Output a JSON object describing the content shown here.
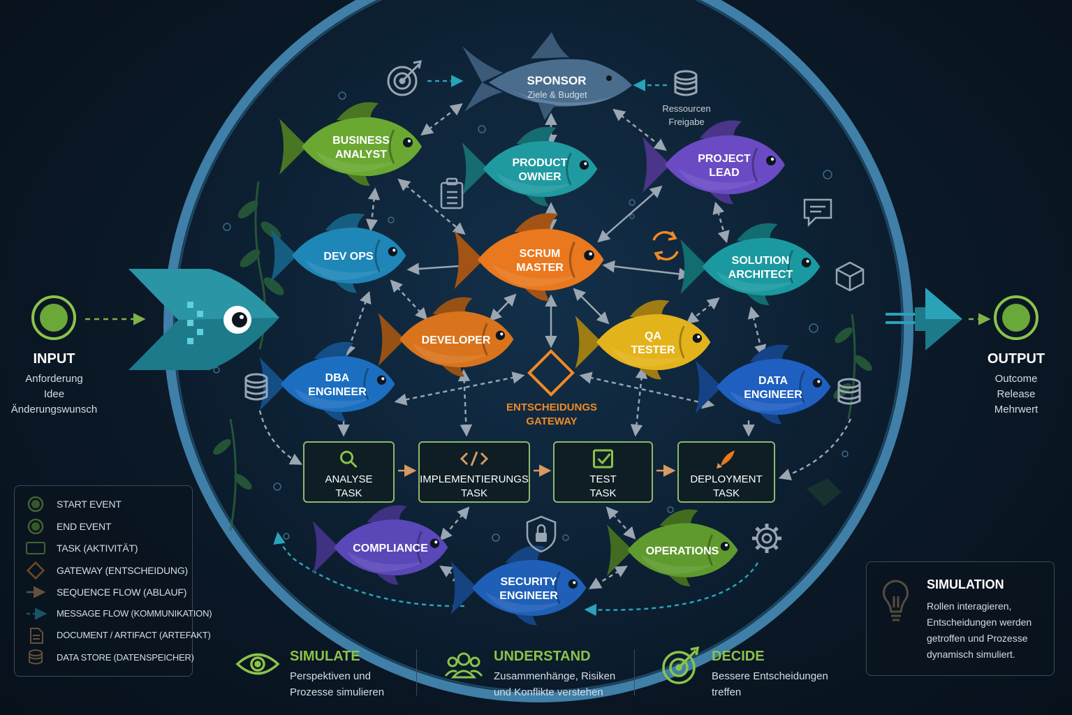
{
  "input": {
    "title": "INPUT",
    "lines": [
      "Anforderung",
      "Idee",
      "Änderungswunsch"
    ]
  },
  "output": {
    "title": "OUTPUT",
    "lines": [
      "Outcome",
      "Release",
      "Mehrwert"
    ]
  },
  "sponsor": {
    "title": "SPONSOR",
    "subtitle": "Ziele & Budget"
  },
  "resources": {
    "lines": [
      "Ressourcen",
      "Freigabe"
    ]
  },
  "roles": [
    {
      "id": "business-analyst",
      "lines": [
        "BUSINESS",
        "ANALYST"
      ],
      "color": "#6aa832"
    },
    {
      "id": "product-owner",
      "lines": [
        "PRODUCT",
        "OWNER"
      ],
      "color": "#1f9aa0"
    },
    {
      "id": "project-lead",
      "lines": [
        "PROJECT",
        "LEAD"
      ],
      "color": "#6a4bc4"
    },
    {
      "id": "dev-ops",
      "lines": [
        "DEV OPS"
      ],
      "color": "#1f86b8"
    },
    {
      "id": "scrum-master",
      "lines": [
        "SCRUM",
        "MASTER"
      ],
      "color": "#e9781e"
    },
    {
      "id": "solution-architect",
      "lines": [
        "SOLUTION",
        "ARCHITECT"
      ],
      "color": "#1a9aa0"
    },
    {
      "id": "developer",
      "lines": [
        "DEVELOPER"
      ],
      "color": "#d9741c"
    },
    {
      "id": "qa-tester",
      "lines": [
        "QA",
        "TESTER"
      ],
      "color": "#e3b31b"
    },
    {
      "id": "dba-engineer",
      "lines": [
        "DBA",
        "ENGINEER"
      ],
      "color": "#1c6fc0"
    },
    {
      "id": "data-engineer",
      "lines": [
        "DATA",
        "ENGINEER"
      ],
      "color": "#1f5fc0"
    },
    {
      "id": "compliance",
      "lines": [
        "COMPLIANCE"
      ],
      "color": "#5a47b8"
    },
    {
      "id": "operations",
      "lines": [
        "OPERATIONS"
      ],
      "color": "#5f9a2e"
    },
    {
      "id": "security-engineer",
      "lines": [
        "SECURITY",
        "ENGINEER"
      ],
      "color": "#1f5fb8"
    }
  ],
  "gateway": {
    "lines": [
      "ENTSCHEIDUNGS",
      "GATEWAY"
    ]
  },
  "tasks": [
    {
      "id": "analyse",
      "lines": [
        "ANALYSE",
        "TASK"
      ]
    },
    {
      "id": "implementierung",
      "lines": [
        "IMPLEMENTIERUNGS",
        "TASK"
      ]
    },
    {
      "id": "test",
      "lines": [
        "TEST",
        "TASK"
      ]
    },
    {
      "id": "deployment",
      "lines": [
        "DEPLOYMENT",
        "TASK"
      ]
    }
  ],
  "legend": [
    "START EVENT",
    "END EVENT",
    "TASK (AKTIVITÄT)",
    "GATEWAY (ENTSCHEIDUNG)",
    "SEQUENCE FLOW (ABLAUF)",
    "MESSAGE FLOW (KOMMUNIKATION)",
    "DOCUMENT / ARTIFACT (ARTEFAKT)",
    "DATA STORE (DATENSPEICHER)"
  ],
  "simulation_box": {
    "title": "SIMULATION",
    "lines": [
      "Rollen interagieren,",
      "Entscheidungen werden",
      "getroffen und Prozesse",
      "dynamisch simuliert."
    ]
  },
  "bottom": [
    {
      "title": "SIMULATE",
      "lines": [
        "Perspektiven und",
        "Prozesse simulieren"
      ],
      "icon": "eye-icon"
    },
    {
      "title": "UNDERSTAND",
      "lines": [
        "Zusammenhänge, Risiken",
        "und Konflikte verstehen"
      ],
      "icon": "people-icon"
    },
    {
      "title": "DECIDE",
      "lines": [
        "Bessere Entscheidungen",
        "treffen"
      ],
      "icon": "target-icon"
    }
  ],
  "colors": {
    "green": "#8bc34a",
    "orange": "#f08a24",
    "ring": "#3f7fa8",
    "task_border": "#8fb86a"
  }
}
